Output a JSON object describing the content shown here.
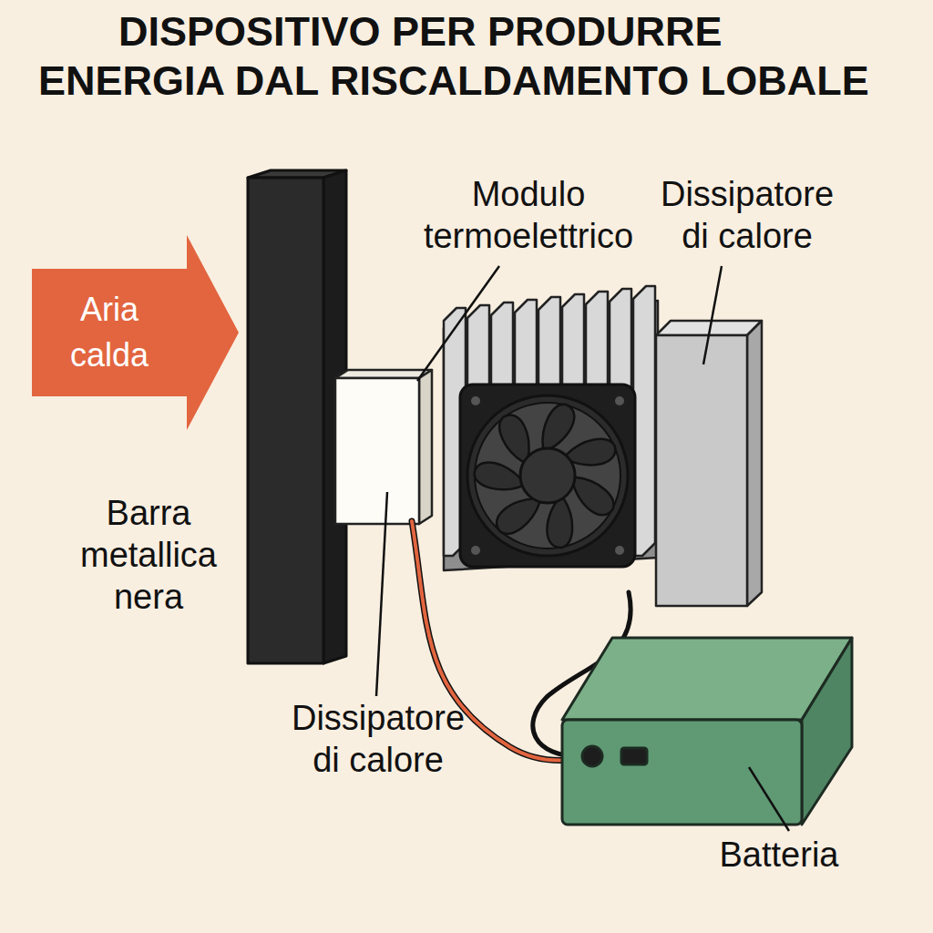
{
  "diagram": {
    "title": "DISPOSITIVO PER PRODURRE ENERGIA DAL RISCALDAMENTO LOBALE",
    "nodes": [
      {
        "text": [
          "Aria calda"
        ]
      }
    ],
    "labels": [
      "Modulo termoelettrico",
      "Dissipatore di calore",
      "Barra metallica nera",
      "Dissipatore di calore",
      "Batteria"
    ]
  }
}
